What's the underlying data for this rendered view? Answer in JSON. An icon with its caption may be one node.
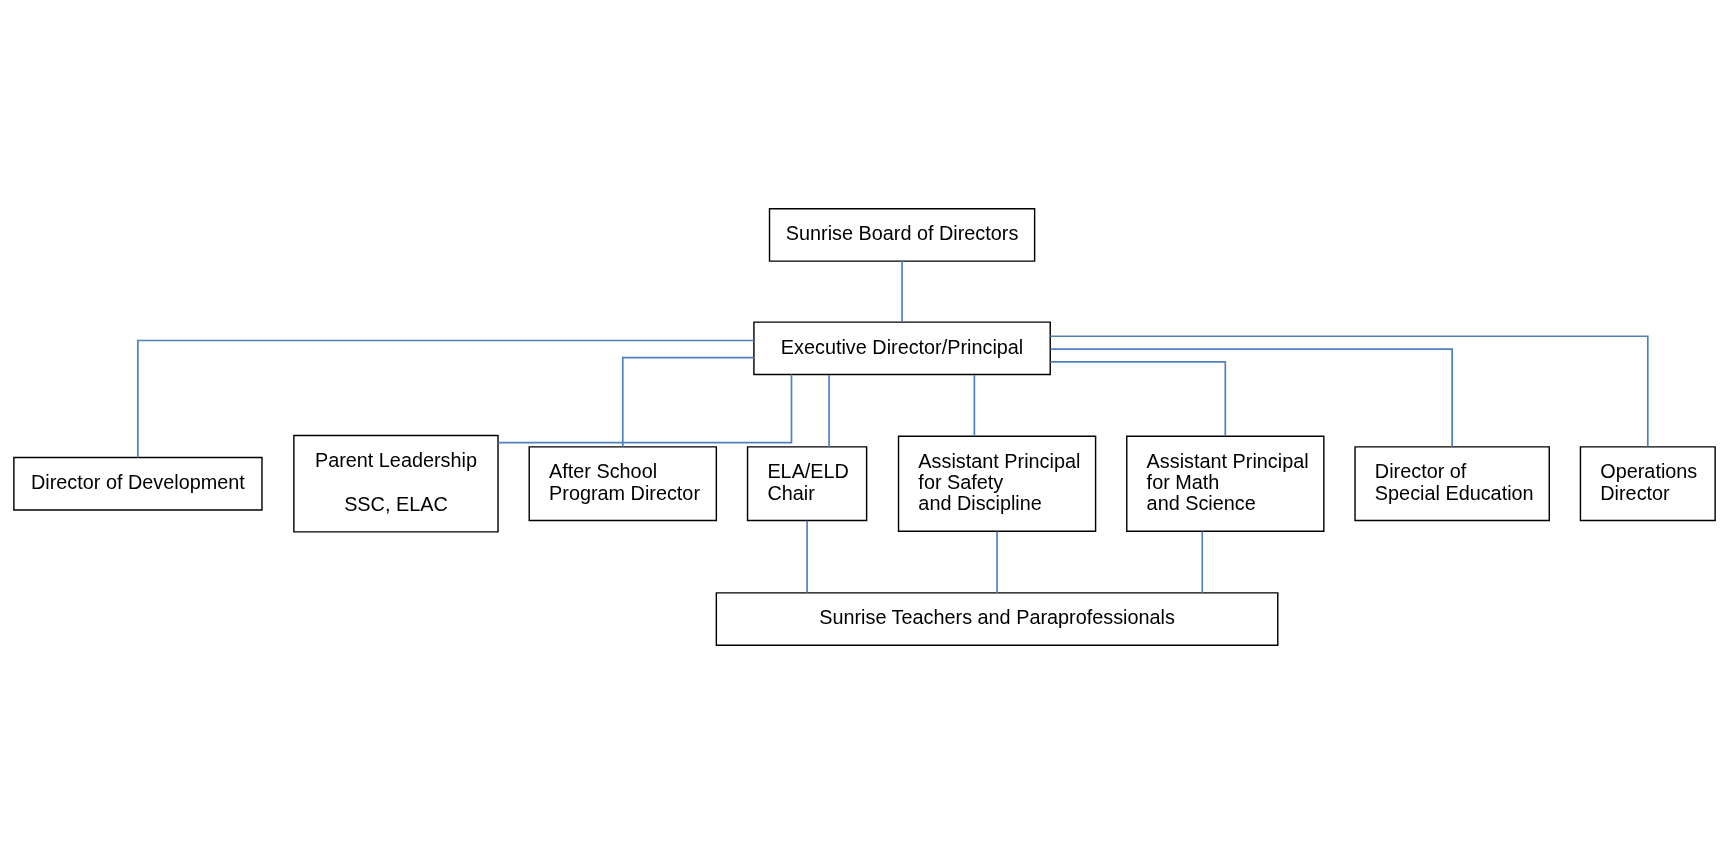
{
  "diagram": {
    "nodes": [
      {
        "text": [
          "Sunrise Board of Directors"
        ]
      },
      {
        "text": [
          "Executive Director/Principal"
        ]
      },
      {
        "text": [
          "Director of Development"
        ]
      },
      {
        "text": [
          "Parent Leadership",
          "SSC, ELAC"
        ]
      },
      {
        "text": [
          "After School Program Director"
        ]
      },
      {
        "text": [
          "ELA/ELD Chair"
        ]
      },
      {
        "text": [
          "Assistant Principal for Safety and Discipline"
        ]
      },
      {
        "text": [
          "Assistant Principal for Math and Science"
        ]
      },
      {
        "text": [
          "Director of Special Education"
        ]
      },
      {
        "text": [
          "Operations Director"
        ]
      },
      {
        "text": [
          "Sunrise Teachers and Paraprofessionals"
        ]
      }
    ],
    "edges": [
      {
        "from": 0,
        "to": 1,
        "arrow": "none"
      },
      {
        "from": 1,
        "to": 2,
        "arrow": "none"
      },
      {
        "from": 1,
        "to": 3,
        "arrow": "none"
      },
      {
        "from": 1,
        "to": 4,
        "arrow": "none"
      },
      {
        "from": 1,
        "to": 5,
        "arrow": "none"
      },
      {
        "from": 1,
        "to": 6,
        "arrow": "none"
      },
      {
        "from": 1,
        "to": 7,
        "arrow": "none"
      },
      {
        "from": 1,
        "to": 8,
        "arrow": "none"
      },
      {
        "from": 1,
        "to": 9,
        "arrow": "none"
      },
      {
        "from": 5,
        "to": 10,
        "arrow": "none"
      },
      {
        "from": 6,
        "to": 10,
        "arrow": "none"
      },
      {
        "from": 7,
        "to": 10,
        "arrow": "none"
      }
    ]
  }
}
